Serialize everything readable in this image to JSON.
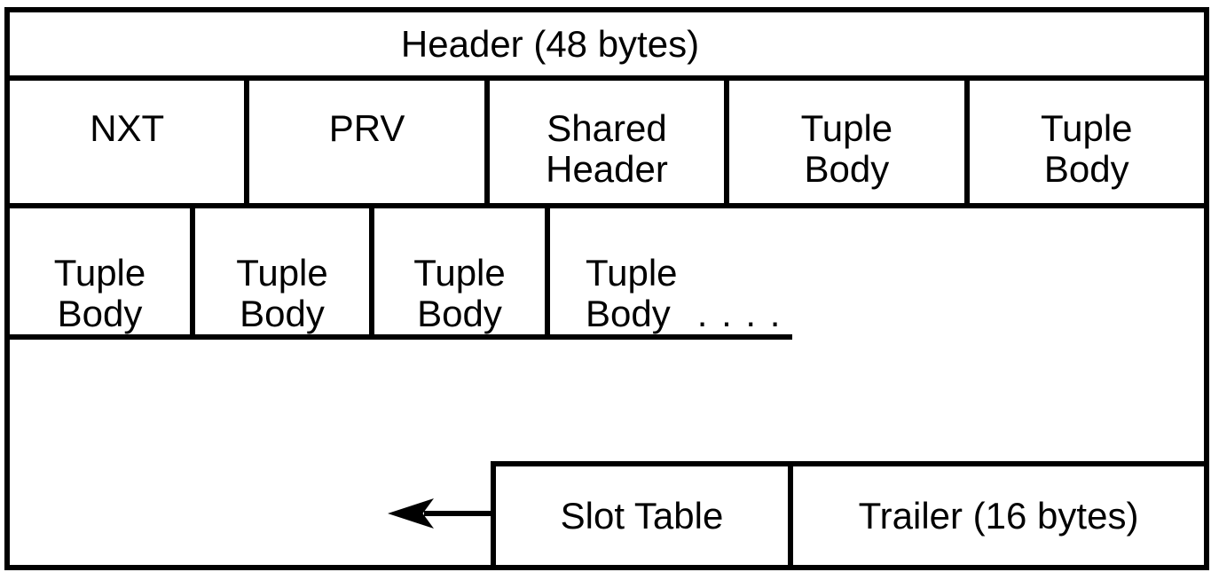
{
  "palette": {
    "ink": "#000000",
    "background": "#ffffff"
  },
  "header_row": {
    "label": "Header (48 bytes)"
  },
  "field_row": {
    "cells": [
      {
        "line1": "NXT"
      },
      {
        "line1": "PRV"
      },
      {
        "line1": "Shared",
        "line2": "Header"
      },
      {
        "line1": "Tuple",
        "line2": "Body"
      },
      {
        "line1": "Tuple",
        "line2": "Body"
      }
    ]
  },
  "tuple_row": {
    "cells": [
      {
        "line1": "Tuple",
        "line2": "Body"
      },
      {
        "line1": "Tuple",
        "line2": "Body"
      },
      {
        "line1": "Tuple",
        "line2": "Body"
      },
      {
        "line1": "Tuple",
        "line2": "Body",
        "ellipsis": ". . . ."
      }
    ]
  },
  "bottom_row": {
    "arrow_icon": "left-arrow",
    "slot_table": {
      "label": "Slot Table"
    },
    "trailer": {
      "label": "Trailer (16 bytes)"
    }
  }
}
